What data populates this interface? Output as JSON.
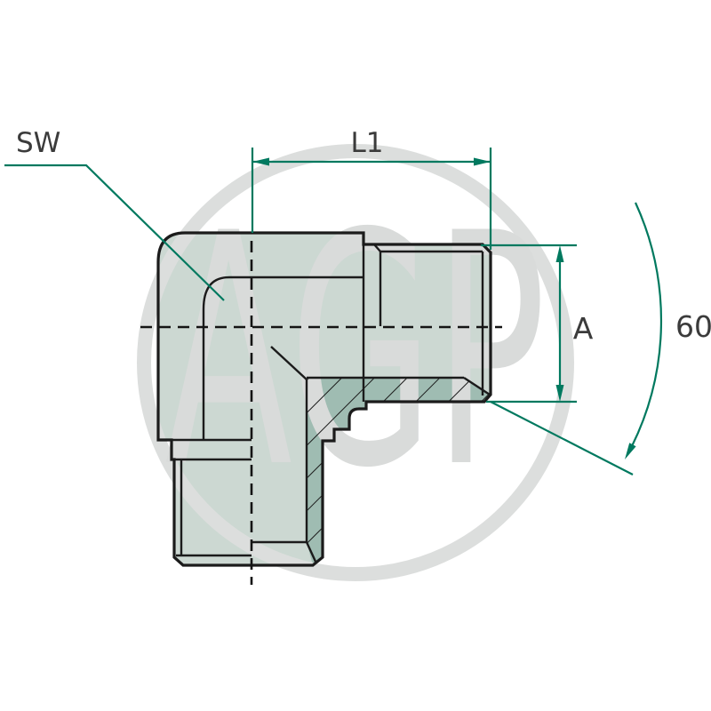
{
  "labels": {
    "width_across_flats": "SW",
    "length": "L1",
    "thread_size": "A",
    "cone_angle": "60°"
  },
  "watermark": {
    "text": "AGP"
  },
  "colors": {
    "dimension_line": "#00795f",
    "outline": "#1b1b1b",
    "body_fill": "#ccd8d2",
    "section_fill": "#9fbcb2",
    "label_text": "#3b3b3b",
    "watermark_gray": "#d9dbda",
    "background": "#ffffff"
  }
}
